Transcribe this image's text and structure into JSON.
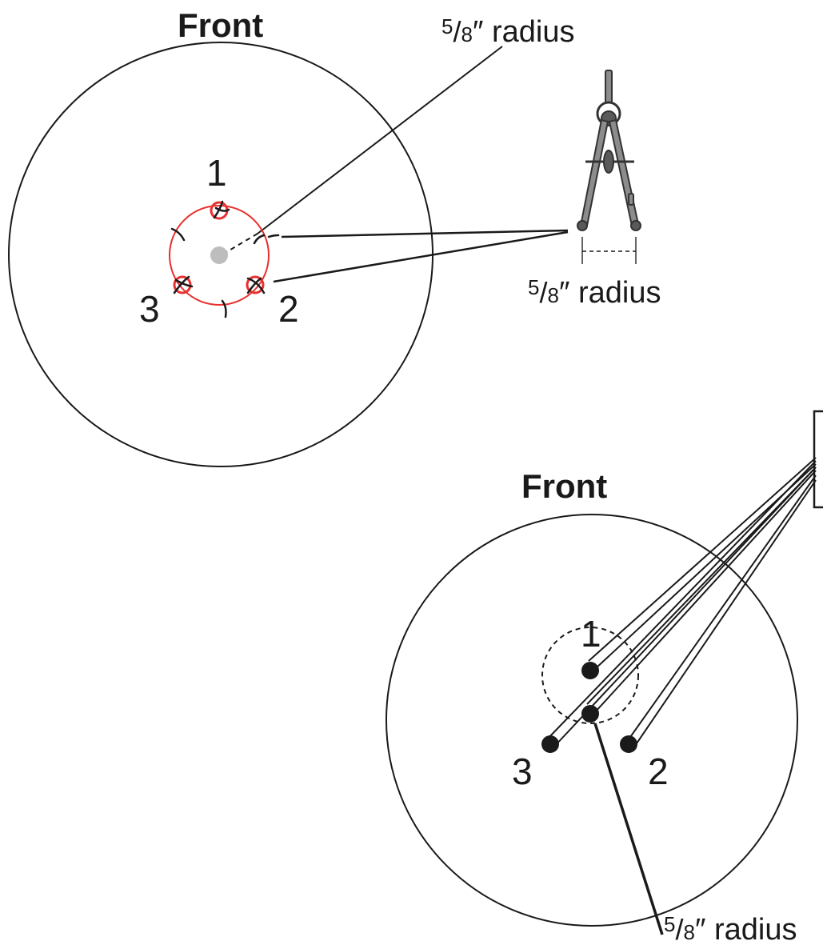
{
  "top_figure": {
    "title": "Front",
    "measure_label_top": {
      "numerator": "5",
      "denominator": "8",
      "unit": "″ radius"
    },
    "measure_label_compass": {
      "numerator": "5",
      "denominator": "8",
      "unit": "″ radius"
    },
    "point_labels": [
      "1",
      "2",
      "3"
    ]
  },
  "bottom_figure": {
    "title": "Front",
    "measure_label": {
      "numerator": "5",
      "denominator": "8",
      "unit": "″ radius"
    },
    "point_labels": [
      "1",
      "2",
      "3"
    ]
  },
  "colors": {
    "stroke": "#1a1a1a",
    "construction_red": "#e8302e",
    "center_mark": "#bdbdbd",
    "compass": "#8c8c8c"
  },
  "icons": [
    "compass-icon"
  ]
}
